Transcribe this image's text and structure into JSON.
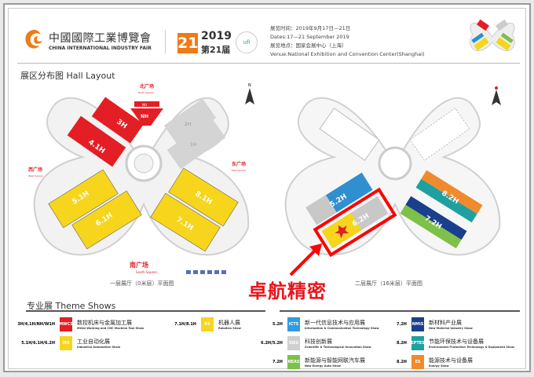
{
  "header": {
    "logo_cn": "中國國際工業博覽會",
    "logo_en": "CHINA INTERNATIONAL INDUSTRY FAIR",
    "edition_number": "21",
    "edition_year": "2019",
    "edition_label": "第21届",
    "ufi_badge": "ufi",
    "dates_cn": "展览时间：2019年9月17日—21日",
    "dates_en": "Dates:17—21 September 2019",
    "venue_cn": "展览地点：国家会展中心（上海）",
    "venue_en": "Venue:National Exhibition and Convention Center(Shanghai)"
  },
  "hall_layout": {
    "title": "展区分布图 Hall Layout",
    "north_label": "N",
    "floor1": {
      "caption": "一层展厅（0米层）平面图",
      "north_square_cn": "北广场",
      "north_square_en": "North Square",
      "west_square_cn": "西广场",
      "west_square_en": "West Square",
      "east_square_cn": "东广场",
      "east_square_en": "East Square",
      "south_square_cn": "南广场",
      "south_square_en": "South Square",
      "halls": {
        "h3": "3H",
        "h41": "4.1H",
        "nh": "NH",
        "nh_top": "NH",
        "h2": "2H",
        "h1": "1H",
        "h51": "5.1H",
        "h61": "6.1H",
        "h71": "7.1H",
        "h81": "8.1H"
      }
    },
    "floor2": {
      "caption": "二层展厅（16米层）平面图",
      "halls": {
        "h52": "5.2H",
        "h62": "6.2H",
        "h72": "7.2H",
        "h82": "8.2H"
      }
    },
    "highlight_label": "卓航精密",
    "colors": {
      "red": "#e31e24",
      "yellow": "#f7d51c",
      "blue": "#2f8fd0",
      "navy": "#1a3f8c",
      "green": "#7dc04a",
      "orange": "#f08a2c",
      "teal": "#1fa0a0",
      "gray": "#c8c8c8",
      "highlight": "#ff0000"
    }
  },
  "theme_shows": {
    "title": "专业展 Theme Shows",
    "left": [
      {
        "hall": "3H/4.1H/NH/W1H",
        "badge": "MWCS",
        "color": "#e31e24",
        "cn": "数控机床与金属加工展",
        "en": "Metal Working and CNC Machine Tool Show"
      },
      {
        "hall": "5.1H/6.1H/6.2H",
        "badge": "IAS",
        "color": "#f7d51c",
        "cn": "工业自动化展",
        "en": "Industrial Automation Show"
      },
      {
        "hall": "7.1H/8.1H",
        "badge": "RS",
        "color": "#f7d51c",
        "cn": "机器人展",
        "en": "Robotics Show"
      }
    ],
    "right": [
      {
        "hall": "5.2H",
        "badge": "ICTS",
        "color": "#2f9be0",
        "cn": "新一代信息技术与应用展",
        "en": "Information & Communication Technology Show"
      },
      {
        "hall": "6.2H/5.2H",
        "badge": "SIES",
        "color": "#cfcfcf",
        "cn": "科技创新展",
        "en": "Scientific & Technological Innovation Show"
      },
      {
        "hall": "7.2H",
        "badge": "NEAS",
        "color": "#7dc04a",
        "cn": "新能源与智能网联汽车展",
        "en": "New Energy Auto Show"
      },
      {
        "hall": "7.2H",
        "badge": "NMIS",
        "color": "#1a3f8c",
        "cn": "新材料产业展",
        "en": "New Material Industry Show"
      },
      {
        "hall": "8.2H",
        "badge": "EPTES",
        "color": "#1fa0a0",
        "cn": "节能环保技术与设备展",
        "en": "Environment Protection Technology & Equipment Show"
      },
      {
        "hall": "8.2H",
        "badge": "ES",
        "color": "#f08a2c",
        "cn": "能源技术与设备展",
        "en": "Energy Show"
      }
    ]
  }
}
